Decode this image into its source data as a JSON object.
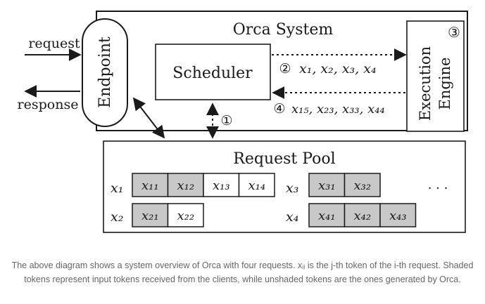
{
  "system": {
    "title": "Orca System",
    "endpoint": "Endpoint",
    "scheduler": "Scheduler",
    "engine_line1": "Execution",
    "engine_line2": "Engine",
    "engine_marker": "③",
    "request_label": "request",
    "response_label": "response",
    "marker_1": "①",
    "marker_2": "②",
    "marker_4": "④",
    "dispatch_text": "x₁, x₂, x₃, x₄",
    "return_text": "x₁₅, x₂₃, x₃₃, x₄₄"
  },
  "pool": {
    "title": "Request Pool",
    "ellipsis": "· · ·",
    "requests": [
      {
        "label": "x₁",
        "tokens": [
          {
            "text": "x₁₁",
            "shaded": true
          },
          {
            "text": "x₁₂",
            "shaded": true
          },
          {
            "text": "x₁₃",
            "shaded": false
          },
          {
            "text": "x₁₄",
            "shaded": false
          }
        ]
      },
      {
        "label": "x₂",
        "tokens": [
          {
            "text": "x₂₁",
            "shaded": true
          },
          {
            "text": "x₂₂",
            "shaded": false
          }
        ]
      },
      {
        "label": "x₃",
        "tokens": [
          {
            "text": "x₃₁",
            "shaded": true
          },
          {
            "text": "x₃₂",
            "shaded": true
          }
        ]
      },
      {
        "label": "x₄",
        "tokens": [
          {
            "text": "x₄₁",
            "shaded": true
          },
          {
            "text": "x₄₂",
            "shaded": true
          },
          {
            "text": "x₄₃",
            "shaded": true
          }
        ]
      }
    ]
  },
  "caption": "The above diagram shows a system overview of Orca with four requests. xᵢⱼ is the j-th token of the i-th request. Shaded tokens represent input tokens received from the clients, while unshaded tokens are the ones generated by Orca.",
  "colors": {
    "shaded_token": "#c8c8c8",
    "stroke": "#1a1a1a",
    "caption_text": "#666666"
  }
}
